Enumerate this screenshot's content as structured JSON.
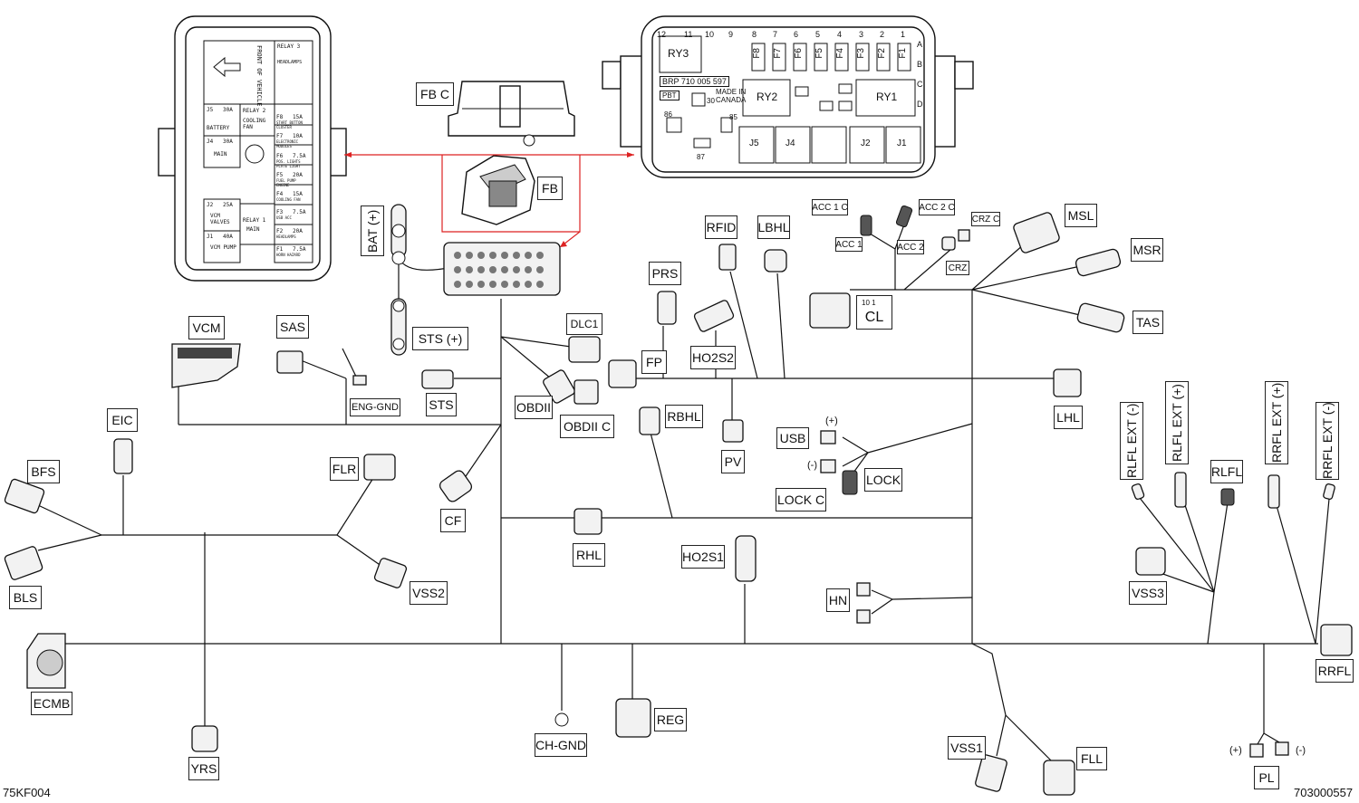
{
  "labels": {
    "fbc": "FB C",
    "fb": "FB",
    "bat": "BAT (+)",
    "sts_plus": "STS (+)",
    "sts": "STS",
    "vcm": "VCM",
    "sas": "SAS",
    "eng_gnd": "ENG-GND",
    "eic": "EIC",
    "bfs": "BFS",
    "bls": "BLS",
    "flr": "FLR",
    "vss2": "VSS2",
    "cf": "CF",
    "obdii": "OBDII",
    "obdii_c": "OBDII C",
    "dlc1": "DLC1",
    "prs": "PRS",
    "fp": "FP",
    "ho2s2": "HO2S2",
    "rfid": "RFID",
    "lbhl": "LBHL",
    "pv": "PV",
    "rbhl": "RBHL",
    "rhl": "RHL",
    "ho2s1": "HO2S1",
    "usb": "USB",
    "lock": "LOCK",
    "lock_c": "LOCK C",
    "hn": "HN",
    "lhl": "LHL",
    "cl": "CL",
    "msl": "MSL",
    "msr": "MSR",
    "tas": "TAS",
    "acc1c": "ACC 1 C",
    "acc1": "ACC 1",
    "acc2c": "ACC 2 C",
    "acc2": "ACC 2",
    "crzc": "CRZ C",
    "crz": "CRZ",
    "rlfl_ext_minus": "RLFL EXT (-)",
    "rlfl_ext_plus": "RLFL EXT (+)",
    "rlfl": "RLFL",
    "rrfl_ext_plus": "RRFL EXT (+)",
    "rrfl_ext_minus": "RRFL EXT (-)",
    "vss3": "VSS3",
    "rrfl": "RRFL",
    "ecmb": "ECMB",
    "yrs": "YRS",
    "ch_gnd": "CH-GND",
    "reg": "REG",
    "vss1": "VSS1",
    "fll": "FLL",
    "pl": "PL",
    "ref_left": "75KF004",
    "ref_right": "703000557",
    "cl_pins": "10  1",
    "usb_plus": "(+)",
    "usb_minus": "(-)",
    "pl_plus": "(+)",
    "pl_minus": "(-)"
  },
  "fuse_box_top": {
    "numbers": [
      "12",
      "11",
      "10",
      "9",
      "8",
      "7",
      "6",
      "5",
      "4",
      "3",
      "2",
      "1"
    ],
    "rows": [
      "A",
      "B",
      "C",
      "D"
    ],
    "relays": [
      "RY3",
      "RY2",
      "RY1"
    ],
    "fuses": [
      "F8",
      "F7",
      "F6",
      "F5",
      "F4",
      "F3",
      "F2",
      "F1"
    ],
    "jacks": [
      "J5",
      "J4",
      "J2",
      "J1"
    ],
    "part_number": "BRP 710 005 597",
    "pbt": "PBT",
    "made_in": "MADE IN CANADA",
    "pins": [
      "86",
      "30",
      "85",
      "87"
    ]
  },
  "fuse_label_card": {
    "front": "FRONT OF VEHICLE",
    "relay3": "RELAY 3",
    "relay3_sub": "HEADLAMPS",
    "j5": "J5   30A",
    "battery": "BATTERY",
    "relay2": "RELAY 2",
    "relay2_sub": "COOLING FAN",
    "j4": "J4   30A",
    "main": "MAIN",
    "f8": "F8   15A",
    "f8_sub": "START BUTTON CLUSTER",
    "f7": "F7   10A",
    "f7_sub": "ELECTRONIC MODULES",
    "f6": "F6   7.5A",
    "f6_sub": "POS. LIGHTS PLATE LIGHT",
    "f5": "F5   20A",
    "f5_sub": "FUEL PUMP ENGINE",
    "f4": "F4   15A",
    "f4_sub": "COOLING FAN",
    "f3": "F3   7.5A",
    "f3_sub": "USB ACC",
    "f2": "F2   20A",
    "f2_sub": "HEADLAMPS",
    "f1": "F1   7.5A",
    "f1_sub": "HORN HAZARD",
    "j2": "J2   25A",
    "j2_sub": "VCM VALVES",
    "relay1": "RELAY 1",
    "relay1_sub": "MAIN",
    "j1": "J1   40A",
    "j1_sub": "VCM PUMP"
  }
}
